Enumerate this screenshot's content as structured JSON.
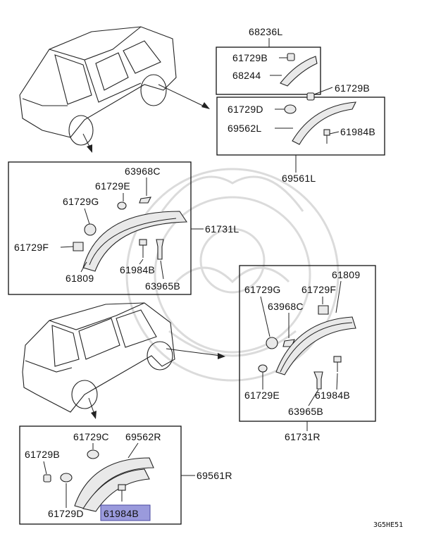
{
  "diagram_code": "3G5HE51",
  "highlight_color": "#9a9adc",
  "labels": {
    "top_right_group": "68236L",
    "p61729B_a": "61729B",
    "p68244": "68244",
    "p61729B_b": "61729B",
    "p61729D_a": "61729D",
    "p69562L": "69562L",
    "p61984B_a": "61984B",
    "p69561L": "69561L",
    "p63968C_a": "63968C",
    "p61729E_a": "61729E",
    "p61729G_a": "61729G",
    "p61731L": "61731L",
    "p61729F_a": "61729F",
    "p61984B_b": "61984B",
    "p61809_a": "61809",
    "p63965B_a": "63965B",
    "p61809_b": "61809",
    "p61729G_b": "61729G",
    "p61729F_b": "61729F",
    "p63968C_b": "63968C",
    "p61729E_b": "61729E",
    "p61984B_c": "61984B",
    "p63965B_b": "63965B",
    "p61731R": "61731R",
    "p61729C": "61729C",
    "p69562R": "69562R",
    "p61729B_c": "61729B",
    "p69561R": "69561R",
    "p61729D_b": "61729D",
    "p61984B_hl": "61984B"
  }
}
